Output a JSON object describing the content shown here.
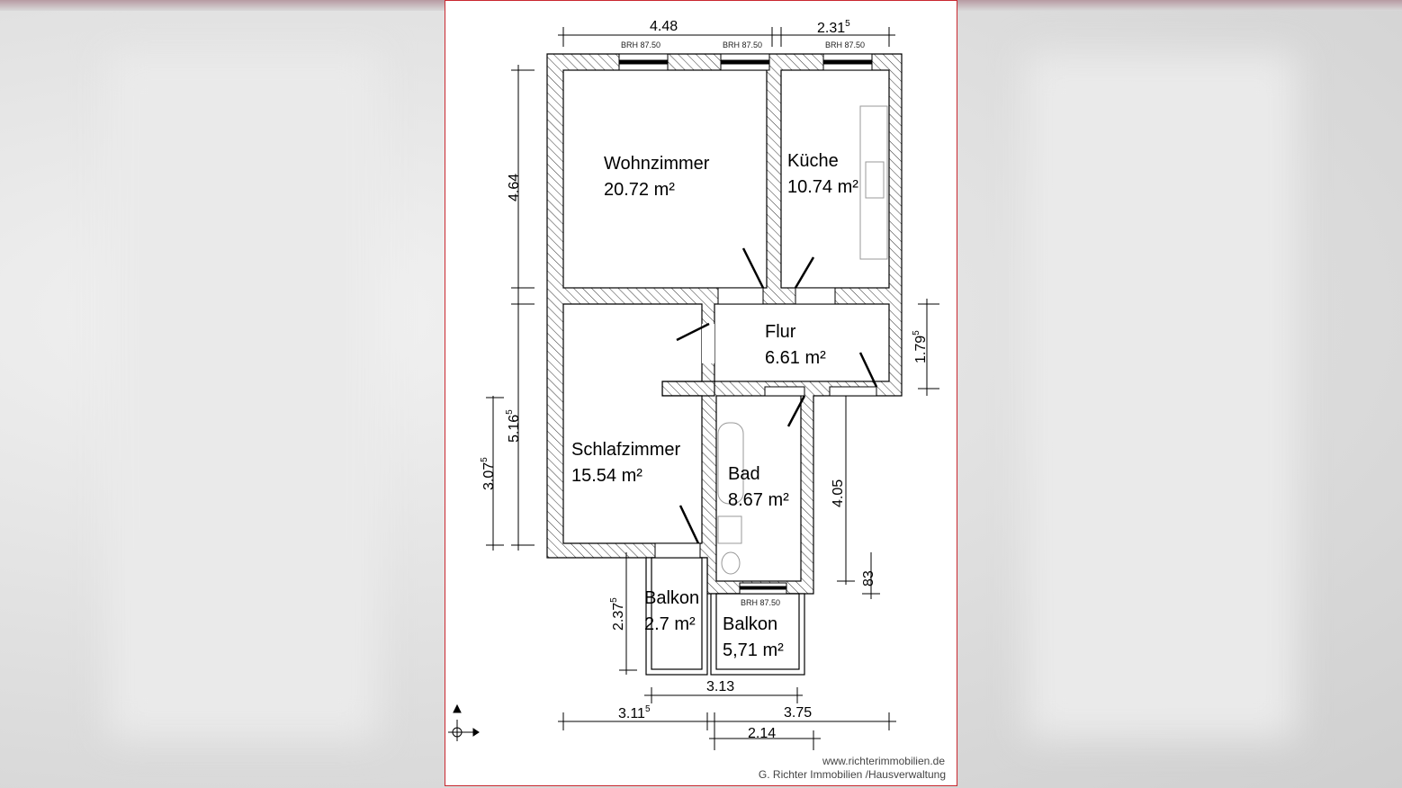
{
  "rooms": [
    {
      "name": "Wohnzimmer",
      "area": "20.72 m²"
    },
    {
      "name": "Küche",
      "area": "10.74 m²"
    },
    {
      "name": "Flur",
      "area": "6.61 m²"
    },
    {
      "name": "Schlafzimmer",
      "area": "15.54 m²"
    },
    {
      "name": "Bad",
      "area": "8.67 m²"
    },
    {
      "name": "Balkon",
      "area": "2.7 m²"
    },
    {
      "name": "Balkon",
      "area": "5,71 m²"
    }
  ],
  "window_labels": [
    "BRH 87.50",
    "BRH 87.50",
    "BRH 87.50",
    "BRH 87.50"
  ],
  "dimensions": {
    "top_left": "4.48",
    "top_right": "2.31",
    "top_right_sup": "5",
    "left_upper": "4.64",
    "left_lower": "5.16",
    "left_lower_sup": "5",
    "left_inner": "3.07",
    "left_inner_sup": "5",
    "balcony_left": "2.37",
    "balcony_left_sup": "5",
    "right_flur": "1.79",
    "right_flur_sup": "5",
    "right_bad": "4.05",
    "right_small": "83",
    "balcony_width": "3.13",
    "bottom_left": "3.11",
    "bottom_left_sup": "5",
    "bottom_right": "3.75",
    "bottom_inner": "2.14"
  },
  "credits": {
    "url": "www.richterimmobilien.de",
    "company": "G. Richter Immobilien /Hausverwaltung"
  },
  "colors": {
    "border": "#c9272f",
    "wall": "#000000"
  }
}
